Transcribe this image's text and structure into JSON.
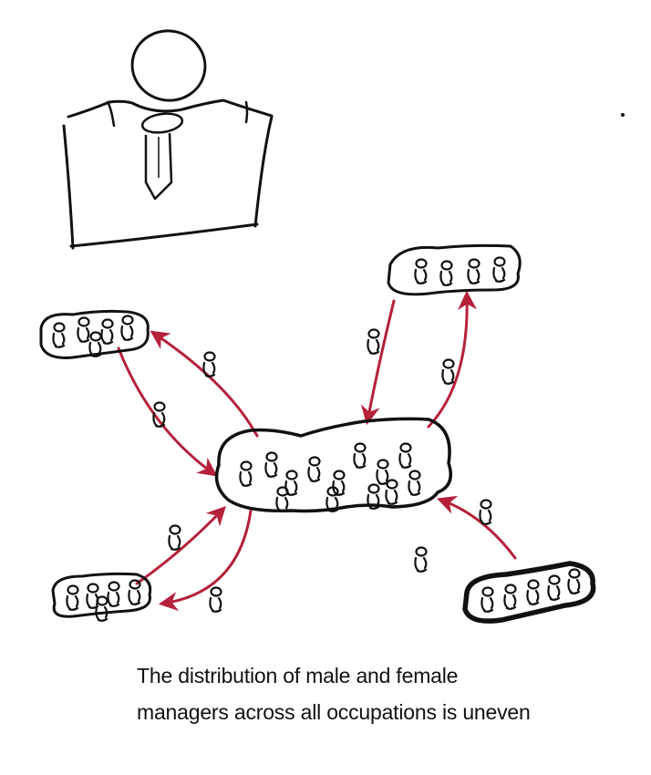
{
  "caption": {
    "line1": "The distribution of male and female",
    "line2": "managers across all occupations is uneven"
  },
  "colors": {
    "ink": "#111111",
    "arrow": "#b5203a",
    "background": "#ffffff"
  },
  "icons": {
    "manager": "manager-bust-icon",
    "person": "person-figure-icon"
  },
  "groups": [
    {
      "id": "center",
      "name": "central-occupation-group",
      "people": 13
    },
    {
      "id": "top-left",
      "name": "top-left-occupation-group",
      "people": 5
    },
    {
      "id": "top-right",
      "name": "top-right-occupation-group",
      "people": 4
    },
    {
      "id": "bottom-left",
      "name": "bottom-left-occupation-group",
      "people": 5
    },
    {
      "id": "bottom-right",
      "name": "bottom-right-occupation-group",
      "people": 5
    }
  ]
}
